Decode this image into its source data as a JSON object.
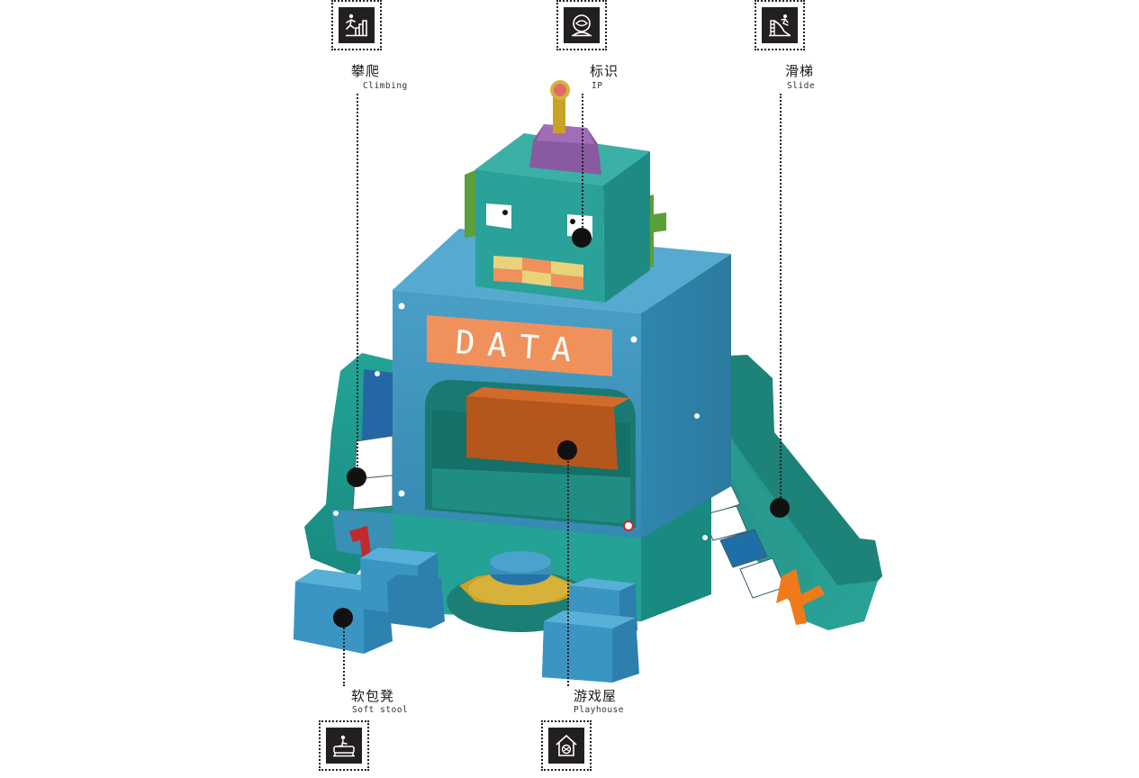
{
  "product": {
    "panel_text": "DATA"
  },
  "callouts": [
    {
      "id": "climbing",
      "zh": "攀爬",
      "en": "Climbing",
      "icon": "climbing-icon"
    },
    {
      "id": "ip",
      "zh": "标识",
      "en": "IP",
      "icon": "astronaut-helmet-icon"
    },
    {
      "id": "slide",
      "zh": "滑梯",
      "en": "Slide",
      "icon": "slide-icon"
    },
    {
      "id": "soft-stool",
      "zh": "软包凳",
      "en": "Soft stool",
      "icon": "soft-stool-icon"
    },
    {
      "id": "playhouse",
      "zh": "游戏屋",
      "en": "Playhouse",
      "icon": "playhouse-icon"
    }
  ],
  "colors": {
    "body_blue": "#3a8fb5",
    "teal": "#1f9a8e",
    "panel_orange": "#f0915c",
    "drawer_brown": "#b5561c",
    "antenna_purple": "#8a5aa0",
    "accent_orange": "#f07a1a",
    "icon_black": "#231f20"
  }
}
